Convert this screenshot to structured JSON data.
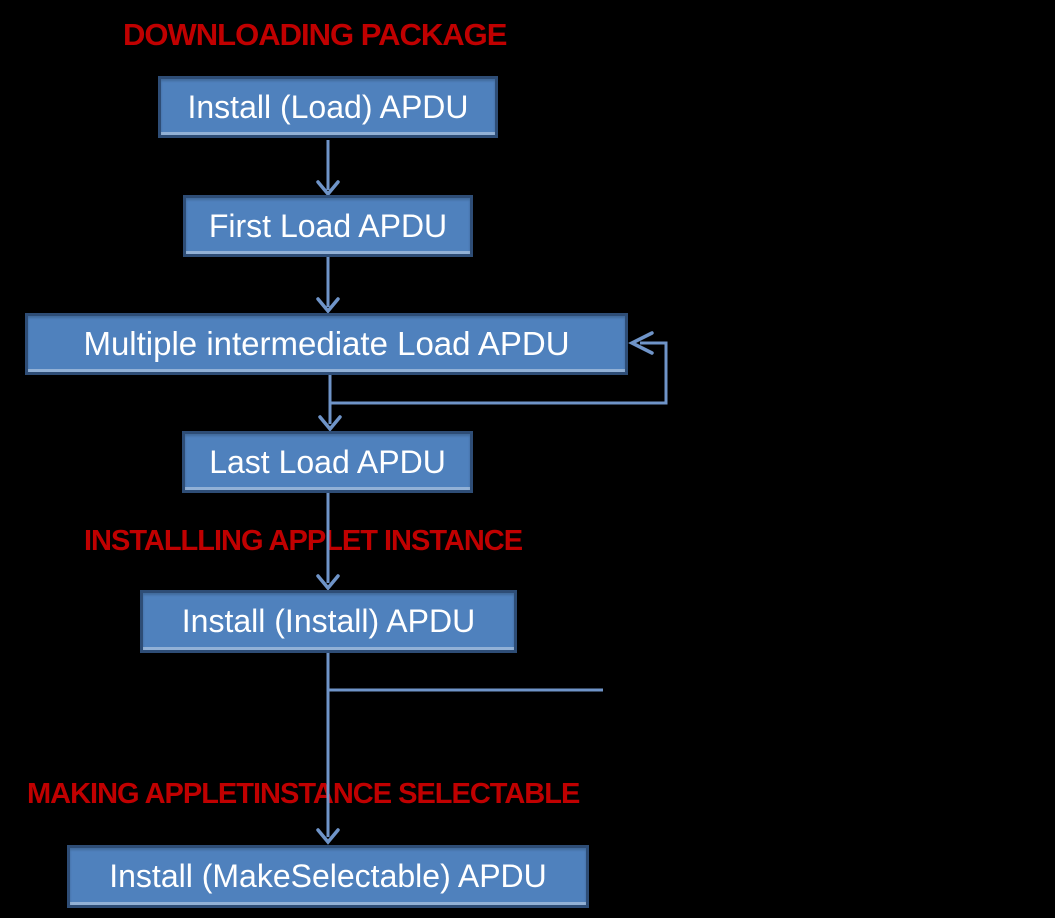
{
  "diagram": {
    "background": "#000000",
    "colors": {
      "node_fill": "#4f81bd",
      "node_border": "#2e4d76",
      "node_text": "#ffffff",
      "heading_text": "#c00000",
      "connector": "#6f94c8"
    },
    "headings": [
      {
        "id": "downloading-package",
        "label": "DOWNLOADING PACKAGE"
      },
      {
        "id": "installing-applet-instance",
        "label": "INSTALLLING APPLET INSTANCE"
      },
      {
        "id": "making-applet-instance-selectable",
        "label": "MAKING APPLETINSTANCE SELECTABLE"
      }
    ],
    "nodes": [
      {
        "id": "install-load-apdu",
        "label": "Install (Load) APDU"
      },
      {
        "id": "first-load-apdu",
        "label": "First Load APDU"
      },
      {
        "id": "multiple-intermediate-load-apdu",
        "label": "Multiple intermediate Load APDU"
      },
      {
        "id": "last-load-apdu",
        "label": "Last Load APDU"
      },
      {
        "id": "install-install-apdu",
        "label": "Install (Install) APDU"
      },
      {
        "id": "install-makeselectable-apdu",
        "label": "Install (MakeSelectable) APDU"
      }
    ],
    "edges": [
      {
        "from": "install-load-apdu",
        "to": "first-load-apdu",
        "type": "arrow"
      },
      {
        "from": "first-load-apdu",
        "to": "multiple-intermediate-load-apdu",
        "type": "arrow"
      },
      {
        "from": "multiple-intermediate-load-apdu",
        "to": "multiple-intermediate-load-apdu",
        "type": "self-loop-right"
      },
      {
        "from": "multiple-intermediate-load-apdu",
        "to": "last-load-apdu",
        "type": "arrow"
      },
      {
        "from": "last-load-apdu",
        "to": "install-install-apdu",
        "type": "arrow"
      },
      {
        "from": "install-install-apdu",
        "to": "install-makeselectable-apdu",
        "type": "arrow"
      },
      {
        "from": "install-install-apdu",
        "to": "",
        "type": "branch-stub-right"
      }
    ]
  }
}
